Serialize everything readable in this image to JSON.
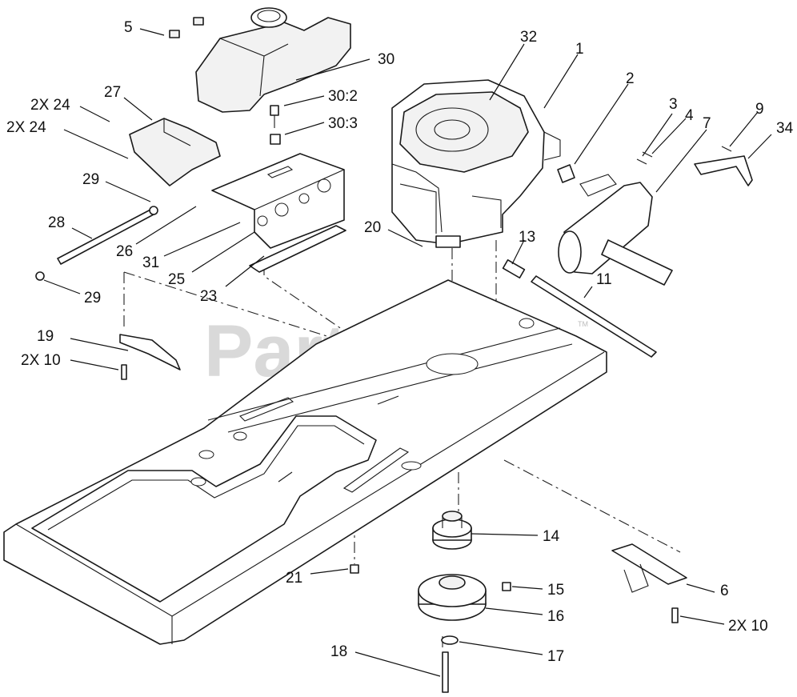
{
  "diagram": {
    "watermark": "PartsTree",
    "watermark_mark": "TM",
    "callouts": [
      {
        "id": "c5",
        "text": "5"
      },
      {
        "id": "c30",
        "text": "30"
      },
      {
        "id": "c32",
        "text": "32"
      },
      {
        "id": "c1",
        "text": "1"
      },
      {
        "id": "c2",
        "text": "2"
      },
      {
        "id": "c3",
        "text": "3"
      },
      {
        "id": "c4",
        "text": "4"
      },
      {
        "id": "c7",
        "text": "7"
      },
      {
        "id": "c9",
        "text": "9"
      },
      {
        "id": "c34",
        "text": "34"
      },
      {
        "id": "c27",
        "text": "27"
      },
      {
        "id": "c24a",
        "text": "2X 24"
      },
      {
        "id": "c24b",
        "text": "2X 24"
      },
      {
        "id": "c30_2",
        "text": "30:2"
      },
      {
        "id": "c30_3",
        "text": "30:3"
      },
      {
        "id": "c29a",
        "text": "29"
      },
      {
        "id": "c28",
        "text": "28"
      },
      {
        "id": "c26",
        "text": "26"
      },
      {
        "id": "c31",
        "text": "31"
      },
      {
        "id": "c25",
        "text": "25"
      },
      {
        "id": "c23",
        "text": "23"
      },
      {
        "id": "c29b",
        "text": "29"
      },
      {
        "id": "c20",
        "text": "20"
      },
      {
        "id": "c13",
        "text": "13"
      },
      {
        "id": "c11",
        "text": "11"
      },
      {
        "id": "c19",
        "text": "19"
      },
      {
        "id": "c10a",
        "text": "2X 10"
      },
      {
        "id": "c14",
        "text": "14"
      },
      {
        "id": "c21",
        "text": "21"
      },
      {
        "id": "c15",
        "text": "15"
      },
      {
        "id": "c16",
        "text": "16"
      },
      {
        "id": "c6",
        "text": "6"
      },
      {
        "id": "c10b",
        "text": "2X 10"
      },
      {
        "id": "c18",
        "text": "18"
      },
      {
        "id": "c17",
        "text": "17"
      }
    ]
  }
}
